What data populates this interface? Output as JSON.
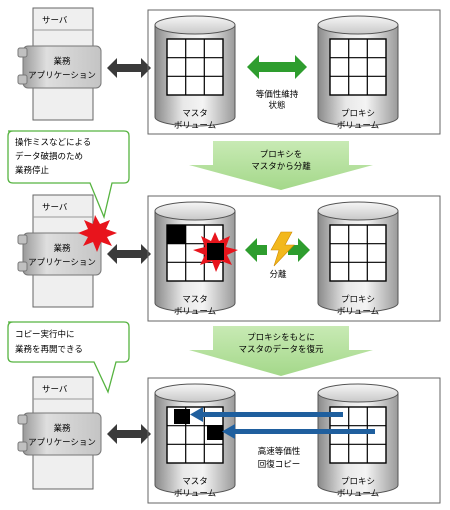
{
  "server_label": "サーバ",
  "app_label": [
    "業務",
    "アプリケーション"
  ],
  "master_label": [
    "マスタ",
    "ボリューム"
  ],
  "proxy_label": [
    "プロキシ",
    "ボリューム"
  ],
  "panel1": {
    "sync_label": [
      "等価性維持",
      "状態"
    ]
  },
  "step1_arrow": [
    "プロキシを",
    "マスタから分離"
  ],
  "panel2": {
    "callout": [
      "操作ミスなどによる",
      "データ破損のため",
      "業務停止"
    ],
    "split_label": "分離"
  },
  "step2_arrow": [
    "プロキシをもとに",
    "マスタのデータを復元"
  ],
  "panel3": {
    "callout": [
      "コピー実行中に",
      "業務を再開できる"
    ],
    "copy_label": [
      "高速等価性",
      "回復コピー"
    ]
  },
  "colors": {
    "green": "#2e9d2e",
    "blue": "#1f5f9e",
    "red": "#e8141c",
    "yellow": "#f2b81c",
    "step_arrow": "#a8dd8a",
    "callout_border": "#56b340"
  }
}
